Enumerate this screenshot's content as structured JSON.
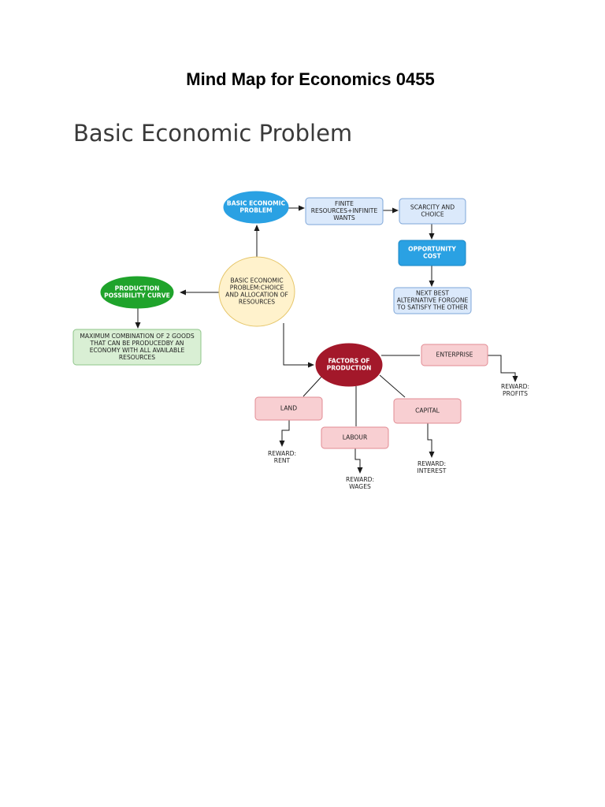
{
  "document": {
    "title": "Mind Map for Economics 0455",
    "section_title": "Basic Economic Problem"
  },
  "colors": {
    "blue_fill": "#2aa1e3",
    "light_blue_fill": "#dbe9fb",
    "light_blue_stroke": "#7ea6d8",
    "green_fill": "#1fa32b",
    "light_green_fill": "#d9efd4",
    "light_green_stroke": "#8ec489",
    "yellow_fill": "#fff2cc",
    "yellow_stroke": "#e6c66a",
    "red_fill": "#a3182a",
    "pink_fill": "#f8cfd2",
    "pink_stroke": "#e28b93"
  },
  "mindmap": {
    "nodes": [
      {
        "id": "central",
        "lines": [
          "BASIC ECONOMIC",
          "PROBLEM:CHOICE",
          "AND ALLOCATION OF",
          "RESOURCES"
        ]
      },
      {
        "id": "basic",
        "lines": [
          "BASIC ECONOMIC",
          "PROBLEM"
        ]
      },
      {
        "id": "finite",
        "lines": [
          "FINITE",
          "RESOURCES+INFINITE",
          "WANTS"
        ]
      },
      {
        "id": "scarcity",
        "lines": [
          "SCARCITY AND",
          "CHOICE"
        ]
      },
      {
        "id": "opportunity",
        "lines": [
          "OPPORTUNITY",
          "COST"
        ]
      },
      {
        "id": "nextbest",
        "lines": [
          "NEXT BEST",
          "ALTERNATIVE FORGONE",
          "TO SATISFY THE OTHER"
        ]
      },
      {
        "id": "ppc",
        "lines": [
          "PRODUCTION",
          "POSSIBILITY CURVE"
        ]
      },
      {
        "id": "maxcombo",
        "lines": [
          "MAXIMUM COMBINATION OF 2 GOODS",
          "THAT CAN BE PRODUCEDBY AN",
          "ECONOMY WITH ALL AVAILABLE",
          "RESOURCES"
        ]
      },
      {
        "id": "factors",
        "lines": [
          "FACTORS OF",
          "PRODUCTION"
        ]
      },
      {
        "id": "enterprise",
        "lines": [
          "ENTERPRISE"
        ]
      },
      {
        "id": "land",
        "lines": [
          "LAND"
        ]
      },
      {
        "id": "labour",
        "lines": [
          "LABOUR"
        ]
      },
      {
        "id": "capital",
        "lines": [
          "CAPITAL"
        ]
      }
    ],
    "rewards": [
      {
        "id": "reward-profits",
        "lines": [
          "REWARD:",
          "PROFITS"
        ]
      },
      {
        "id": "reward-rent",
        "lines": [
          "REWARD:",
          "RENT"
        ]
      },
      {
        "id": "reward-wages",
        "lines": [
          "REWARD:",
          "WAGES"
        ]
      },
      {
        "id": "reward-interest",
        "lines": [
          "REWARD:",
          "INTEREST"
        ]
      }
    ]
  }
}
